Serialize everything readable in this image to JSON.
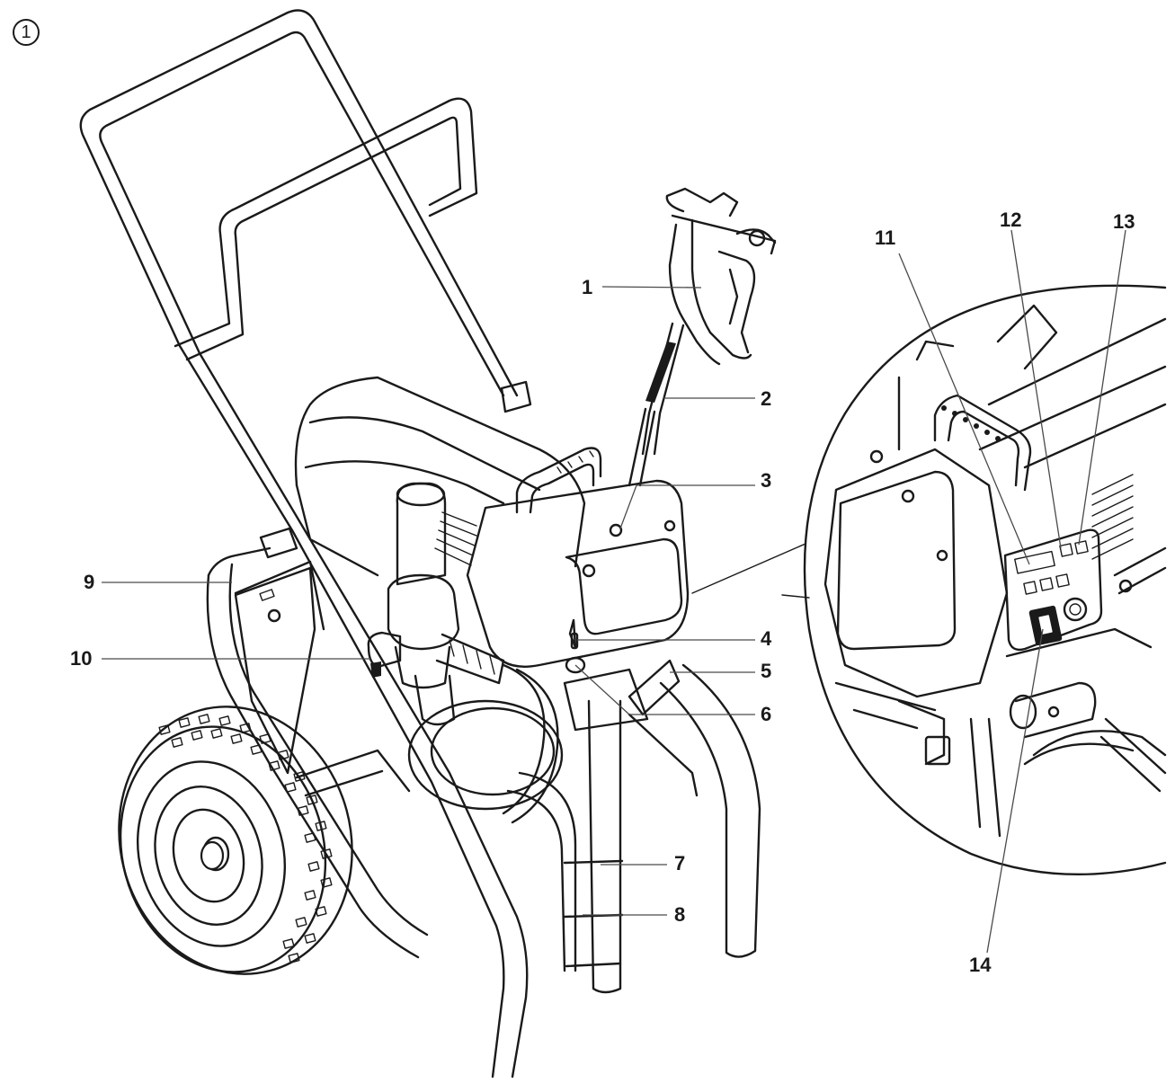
{
  "figure_number": "1",
  "callouts": [
    "1",
    "2",
    "3",
    "4",
    "5",
    "6",
    "7",
    "8",
    "9",
    "10",
    "11",
    "12",
    "13",
    "14"
  ]
}
